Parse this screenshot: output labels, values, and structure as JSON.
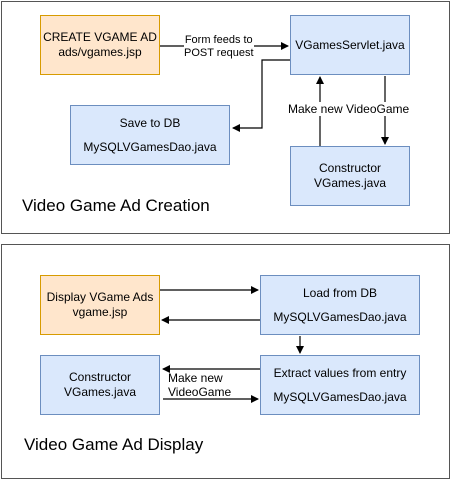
{
  "creation": {
    "title": "Video Game Ad Creation",
    "jsp_box": {
      "line1": "CREATE VGAME AD",
      "line2": "ads/vgames.jsp"
    },
    "servlet_box": {
      "line1": "VGamesServlet.java"
    },
    "save_box": {
      "line1": "Save to DB",
      "line2": "MySQLVGamesDao.java"
    },
    "constructor_box": {
      "line1": "Constructor",
      "line2": "VGames.java"
    },
    "label_form": {
      "line1": "Form feeds to",
      "line2": "POST request"
    },
    "label_make": "Make new VideoGame"
  },
  "display": {
    "title": "Video Game Ad Display",
    "jsp_box": {
      "line1": "Display VGame Ads",
      "line2": "vgame.jsp"
    },
    "load_box": {
      "line1": "Load from DB",
      "line2": "MySQLVGamesDao.java"
    },
    "constructor_box": {
      "line1": "Constructor",
      "line2": "VGames.java"
    },
    "extract_box": {
      "line1": "Extract values from entry",
      "line2": "MySQLVGamesDao.java"
    },
    "label_make": {
      "line1": "Make new",
      "line2": "VideoGame"
    }
  },
  "colors": {
    "orange_fill": "#ffe6cc",
    "orange_stroke": "#d79b00",
    "blue_fill": "#dae8fc",
    "blue_stroke": "#6c8ebf"
  }
}
